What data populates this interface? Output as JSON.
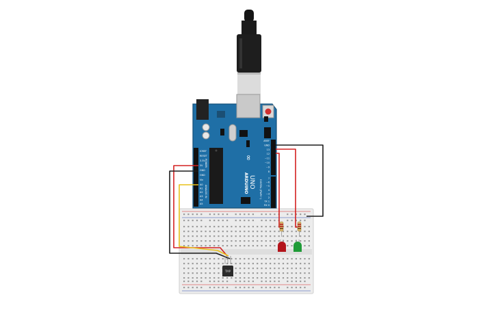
{
  "board": {
    "brand": "ARDUINO",
    "model": "UNO",
    "power_header_title": "POWER",
    "analog_header_title": "ANALOG IN",
    "digital_header_title": "DIGITAL (PWM~)",
    "power_pins": [
      "IOREF",
      "RESET",
      "3.3V",
      "5V",
      "GND",
      "GND",
      "Vin"
    ],
    "analog_pins": [
      "A0",
      "A1",
      "A2",
      "A3",
      "A4",
      "A5"
    ],
    "digital_pins_top": [
      "AREF",
      "GND",
      "13",
      "12",
      "~11",
      "~10",
      "~9",
      "8"
    ],
    "digital_pins_bottom": [
      "7",
      "~6",
      "~5",
      "4",
      "~3",
      "2",
      "TX 1",
      "RX 0"
    ]
  },
  "sensor": {
    "label": "TMP"
  },
  "colors": {
    "board": "#1f6fa6",
    "board_dark": "#15507a",
    "breadboard": "#ececec",
    "wire_red": "#d42020",
    "wire_black": "#1c1c1c",
    "wire_yellow": "#e8c21a",
    "led_red": "#b3141b",
    "led_green": "#1f9b37",
    "usb_plug": "#1a1a1a"
  },
  "icons": {
    "usb_cable": "usb-cable-icon",
    "temp_sensor": "temperature-sensor-icon",
    "led": "led-icon",
    "resistor": "resistor-icon",
    "chip": "microcontroller-icon"
  }
}
